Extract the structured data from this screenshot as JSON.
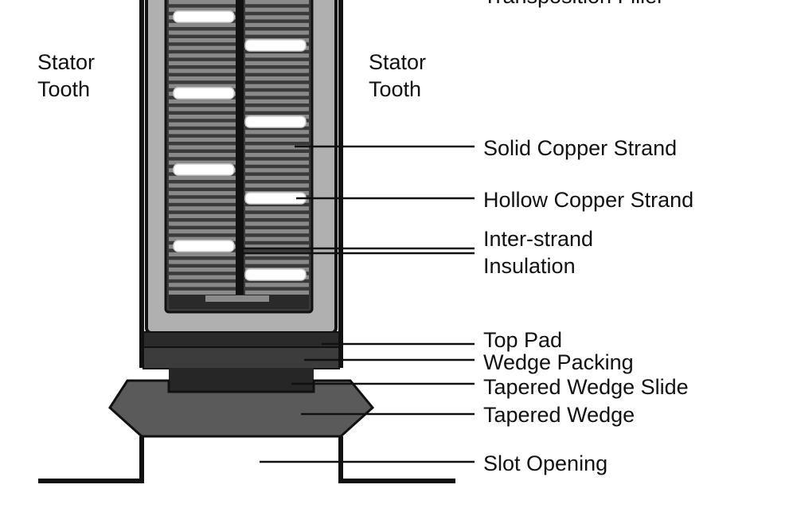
{
  "labels": {
    "stator_tooth_left_line1": "Stator",
    "stator_tooth_left_line2": "Tooth",
    "stator_tooth_right_line1": "Stator",
    "stator_tooth_right_line2": "Tooth",
    "transposition_filler": "Transposition Filler",
    "solid_copper_strand": "Solid Copper Strand",
    "hollow_copper_strand": "Hollow Copper Strand",
    "inter_strand_insulation_line1": "Inter-strand",
    "inter_strand_insulation_line2": "Insulation",
    "top_pad": "Top Pad",
    "wedge_packing": "Wedge Packing",
    "tapered_wedge_slide": "Tapered Wedge Slide",
    "tapered_wedge": "Tapered Wedge",
    "slot_opening": "Slot Opening"
  },
  "colors": {
    "outline": "#111111",
    "ground_insulation": "#b0b0b0",
    "strand_dark": "#3a3a3a",
    "strand_light": "#8a8a8a",
    "hollow_strand": "#ffffff",
    "top_pad": "#2a2a2a",
    "wedge_packing": "#3c3c3c",
    "wedge_slide": "#262626",
    "tapered_wedge": "#5a5a5a"
  }
}
